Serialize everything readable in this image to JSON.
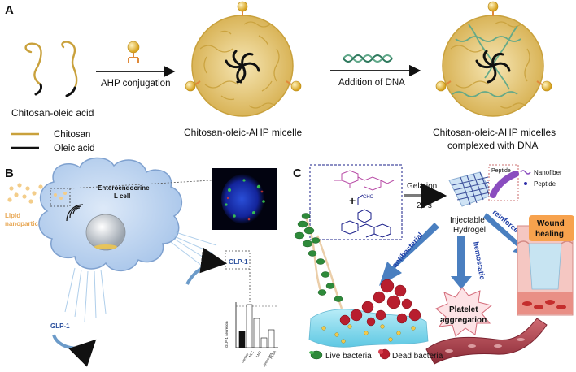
{
  "panel_a": {
    "label": "A",
    "chitosan_oleic_acid": "Chitosan-oleic acid",
    "ahp_conjugation": "AHP conjugation",
    "addition_of_dna": "Addition of DNA",
    "micelle": "Chitosan-oleic-AHP micelle",
    "complex_line1": "Chitosan-oleic-AHP micelles",
    "complex_line2": "complexed with DNA",
    "legend": [
      {
        "label": "Chitosan",
        "color": "#c9a13c"
      },
      {
        "label": "Oleic acid",
        "color": "#111111"
      }
    ]
  },
  "panel_b": {
    "label": "B",
    "lipid_line1": "Lipid",
    "lipid_line2": "nanoparticles",
    "cell_line1": "Enteroendocrine",
    "cell_line2": "L cell",
    "glp1_top": "GLP-1",
    "glp1_bottom": "GLP-1",
    "bar_chart": {
      "ylabel": "GLP-1 secretion",
      "categories": [
        "Control",
        "NLC",
        "LNC",
        "Liposomes",
        "PLGA"
      ],
      "bar_colors": [
        "#111111",
        "#ffffff",
        "#ffffff",
        "#ffffff",
        "#ffffff"
      ]
    }
  },
  "panel_c": {
    "label": "C",
    "gelation": "Gelation",
    "gelation_time": "20 s",
    "cho": "CHO",
    "peptide_box": "Peptide",
    "nanofiber": "Nanofiber",
    "peptide": "Peptide",
    "hydrogel_line1": "Injectable",
    "hydrogel_line2": "Hydrogel",
    "reinforce": "reinforce",
    "antibacterial": "antibacterial",
    "hemostatic": "hemostatic",
    "wound_line1": "Wound",
    "wound_line2": "healing",
    "platelet_line1": "Platelet",
    "platelet_line2": "aggregation",
    "live_bacteria": "Live bacteria",
    "dead_bacteria": "Dead bacteria"
  },
  "colors": {
    "chitosan": "#c9a13c",
    "micelle_fill": "#e4c56f",
    "cell_fill": "#c3d9f1",
    "cell_stroke": "#5b7fb0",
    "arrow_blue": "#4a7fc0",
    "label_blue": "#1f3fa6",
    "dead_bacteria": "#b81e2e",
    "live_bacteria": "#2e8a3a",
    "vessel": "#b04450",
    "peptide_purple": "#7a3f9a"
  }
}
